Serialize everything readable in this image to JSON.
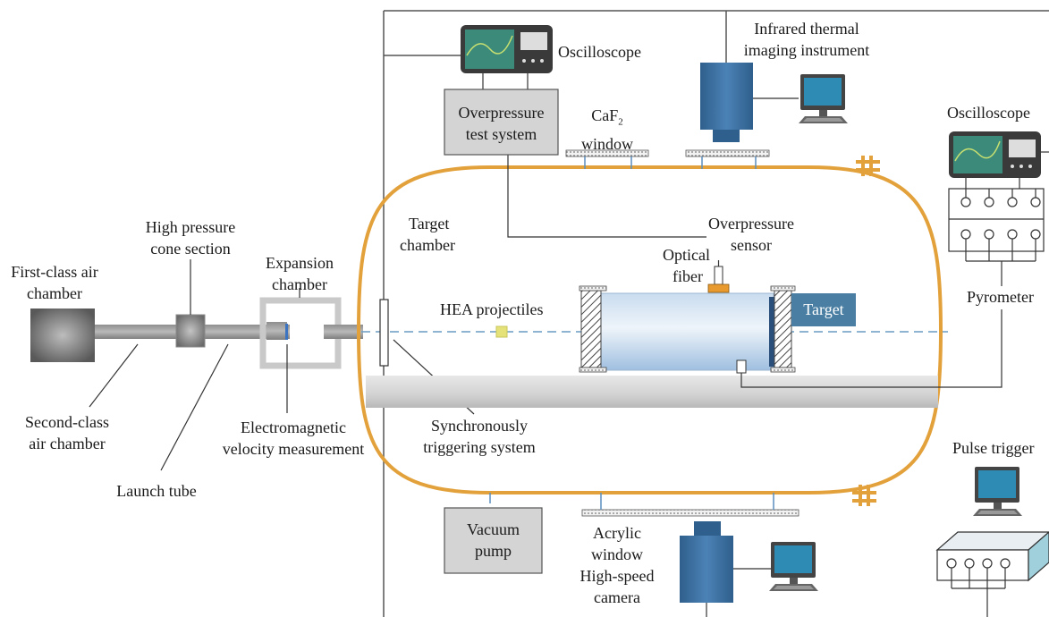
{
  "labels": {
    "first_class": [
      "First-class air",
      "chamber"
    ],
    "second_class": [
      "Second-class",
      "air chamber"
    ],
    "high_pressure_cone": [
      "High pressure",
      "cone section"
    ],
    "launch_tube": "Launch tube",
    "expansion_chamber": [
      "Expansion",
      "chamber"
    ],
    "electromagnetic": [
      "Electromagnetic",
      "velocity measurement"
    ],
    "target_chamber": [
      "Target",
      "chamber"
    ],
    "hea_projectiles": "HEA projectiles",
    "sync_trigger": [
      "Synchronously",
      "triggering system"
    ],
    "oscilloscope_top": "Oscilloscope",
    "overpressure_test": [
      "Overpressure",
      "test system"
    ],
    "caf2_main": "CaF",
    "caf2_sub": "2",
    "caf2_window": "window",
    "infrared": [
      "Infrared thermal",
      "imaging instrument"
    ],
    "overpressure_sensor": [
      "Overpressure",
      "sensor"
    ],
    "optical_fiber": [
      "Optical",
      "fiber"
    ],
    "target": "Target",
    "oscilloscope_right": "Oscilloscope",
    "pyrometer": "Pyrometer",
    "pulse_trigger": "Pulse trigger",
    "vacuum_pump": [
      "Vacuum",
      "pump"
    ],
    "acrylic_window": [
      "Acrylic",
      "window"
    ],
    "high_speed_camera": [
      "High-speed",
      "camera"
    ]
  },
  "colors": {
    "chamber_outline": "#e3a13b",
    "target_box": "#4a7fa3",
    "gray_box": "#d4d4d4",
    "oscilloscope_screen": "#3c8a7a",
    "camera_blue": "#3d6f9e",
    "monitor_blue": "#2e8bb4",
    "dashed_axis": "#6a9cc4"
  },
  "icons": [
    "oscilloscope-icon",
    "computer-icon",
    "infrared-camera-icon",
    "high-speed-camera-icon",
    "pulse-trigger-box-icon"
  ]
}
